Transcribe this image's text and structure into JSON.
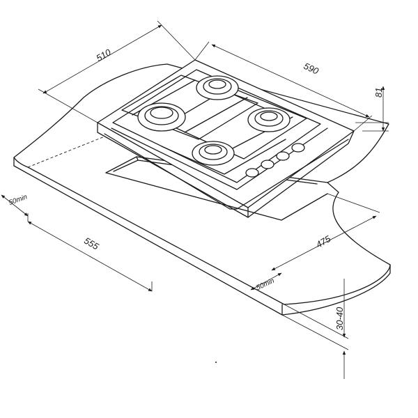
{
  "dimensions": {
    "depth_hob": "510",
    "width_hob": "590",
    "height_hob": "81",
    "cutout_depth": "475",
    "cutout_width": "555",
    "side_margin": "50min",
    "front_margin": "50min",
    "worktop_thickness": "30-40"
  },
  "icons": {
    "hob": "gas-hob-icon",
    "burner": "burner-icon",
    "knob": "control-knob-icon",
    "worktop": "worktop-icon"
  },
  "colors": {
    "line": "#1a1a1a",
    "background": "#ffffff"
  }
}
